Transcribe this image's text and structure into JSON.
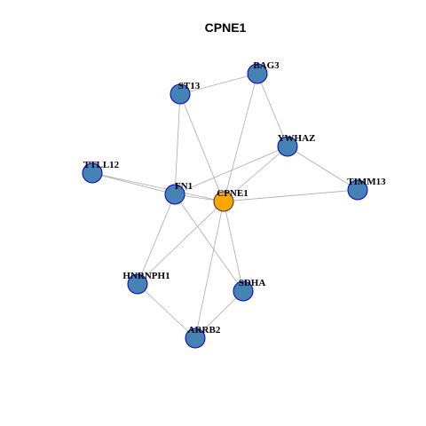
{
  "title": "CPNE1",
  "colors": {
    "node_default": "#4682B4",
    "node_center": "#FFA500",
    "node_border_default": "#0000CC",
    "node_border_center": "#333333",
    "edge": "#AAAAAA"
  },
  "nodes": [
    {
      "id": "BAG3",
      "label": "BAG3",
      "center": false
    },
    {
      "id": "ST13",
      "label": "ST13",
      "center": false
    },
    {
      "id": "YWHAZ",
      "label": "YWHAZ",
      "center": false
    },
    {
      "id": "TTLL12",
      "label": "TTLL12",
      "center": false
    },
    {
      "id": "FN1",
      "label": "FN1",
      "center": false
    },
    {
      "id": "CPNE1",
      "label": "CPNE1",
      "center": true
    },
    {
      "id": "TIMM13",
      "label": "TIMM13",
      "center": false
    },
    {
      "id": "HNRNPH1",
      "label": "HNRNPH1",
      "center": false
    },
    {
      "id": "SDHA",
      "label": "SDHA",
      "center": false
    },
    {
      "id": "ARRB2",
      "label": "ARRB2",
      "center": false
    }
  ],
  "edges": [
    [
      "ST13",
      "BAG3"
    ],
    [
      "ST13",
      "FN1"
    ],
    [
      "ST13",
      "CPNE1"
    ],
    [
      "BAG3",
      "YWHAZ"
    ],
    [
      "BAG3",
      "CPNE1"
    ],
    [
      "YWHAZ",
      "FN1"
    ],
    [
      "YWHAZ",
      "CPNE1"
    ],
    [
      "YWHAZ",
      "TIMM13"
    ],
    [
      "TTLL12",
      "FN1"
    ],
    [
      "TTLL12",
      "CPNE1"
    ],
    [
      "FN1",
      "CPNE1"
    ],
    [
      "FN1",
      "HNRNPH1"
    ],
    [
      "FN1",
      "SDHA"
    ],
    [
      "CPNE1",
      "TIMM13"
    ],
    [
      "CPNE1",
      "HNRNPH1"
    ],
    [
      "CPNE1",
      "SDHA"
    ],
    [
      "CPNE1",
      "ARRB2"
    ],
    [
      "HNRNPH1",
      "ARRB2"
    ],
    [
      "SDHA",
      "ARRB2"
    ]
  ]
}
